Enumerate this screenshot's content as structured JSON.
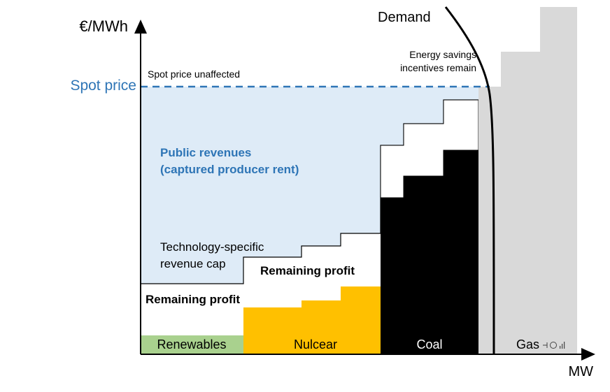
{
  "axes": {
    "y_label": "€/MWh",
    "x_label": "MW"
  },
  "spot_price": {
    "label": "Spot price",
    "note": "Spot price unaffected",
    "color": "#2e75b6"
  },
  "demand": {
    "label": "Demand",
    "note_line1": "Energy savings",
    "note_line2": "incentives remain"
  },
  "public_revenues": {
    "line1": "Public revenues",
    "line2": "(captured producer rent)",
    "color": "#2e75b6",
    "fill": "#deebf7"
  },
  "revenue_cap": {
    "line1": "Technology-specific",
    "line2": "revenue cap"
  },
  "remaining_profit": {
    "renewables_label": "Remaining profit",
    "nuclear_label": "Remaining profit"
  },
  "technologies": [
    {
      "name": "Renewables",
      "color": "#a9d18e"
    },
    {
      "name": "Nulcear",
      "color": "#ffc000"
    },
    {
      "name": "Coal",
      "color": "#000000"
    },
    {
      "name": "Gas",
      "color": "#d9d9d9"
    }
  ],
  "icons": {
    "gas_icon": "gas-flame-icon"
  }
}
